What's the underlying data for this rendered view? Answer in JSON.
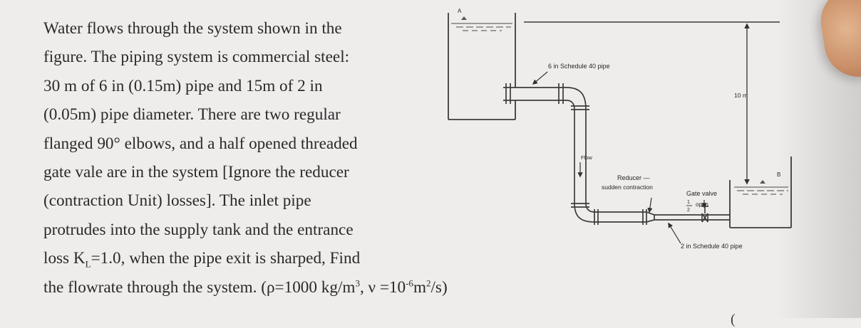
{
  "problem": {
    "line1": "Water flows through the system shown in the",
    "line2": "figure. The piping system is commercial steel:",
    "line3": "30 m of 6 in (0.15m) pipe and 15m of 2 in",
    "line4": "(0.05m) pipe diameter. There are two regular",
    "line5": "flanged 90° elbows, and a half opened threaded",
    "line6": "gate vale are in the system [Ignore the reducer",
    "line7": "(contraction Unit) losses]. The inlet pipe",
    "line8": "protrudes into the supply tank and the entrance",
    "line9_pre": "loss K",
    "line9_sub": "L",
    "line9_post": "=1.0, when the pipe exit is sharped, Find",
    "line10": {
      "start": "the flowrate through the system. (",
      "rho": "ρ",
      "density_value": "=1000 kg/m",
      "density_exp": "3",
      "nu_text": ", ν =10",
      "nu_exp": "-6",
      "nu_unit": "m",
      "nu_unit_exp": "2",
      "end": "/s)"
    }
  },
  "figure": {
    "label_a": "A",
    "label_b": "B",
    "pipe_6in": "6 in Schedule 40 pipe",
    "height": "10 m",
    "flow": "Flow",
    "reducer_title": "Reducer —",
    "reducer_sub": "sudden contraction",
    "gate_valve": "Gate valve",
    "valve_fraction_top": "1",
    "valve_fraction_bottom": "2",
    "valve_open": "open",
    "pipe_2in": "2 in Schedule 40 pipe"
  },
  "cut_text": "(",
  "colors": {
    "background": "#efedec",
    "text": "#2a2a2a",
    "diagram_stroke": "#3b3b3b"
  }
}
